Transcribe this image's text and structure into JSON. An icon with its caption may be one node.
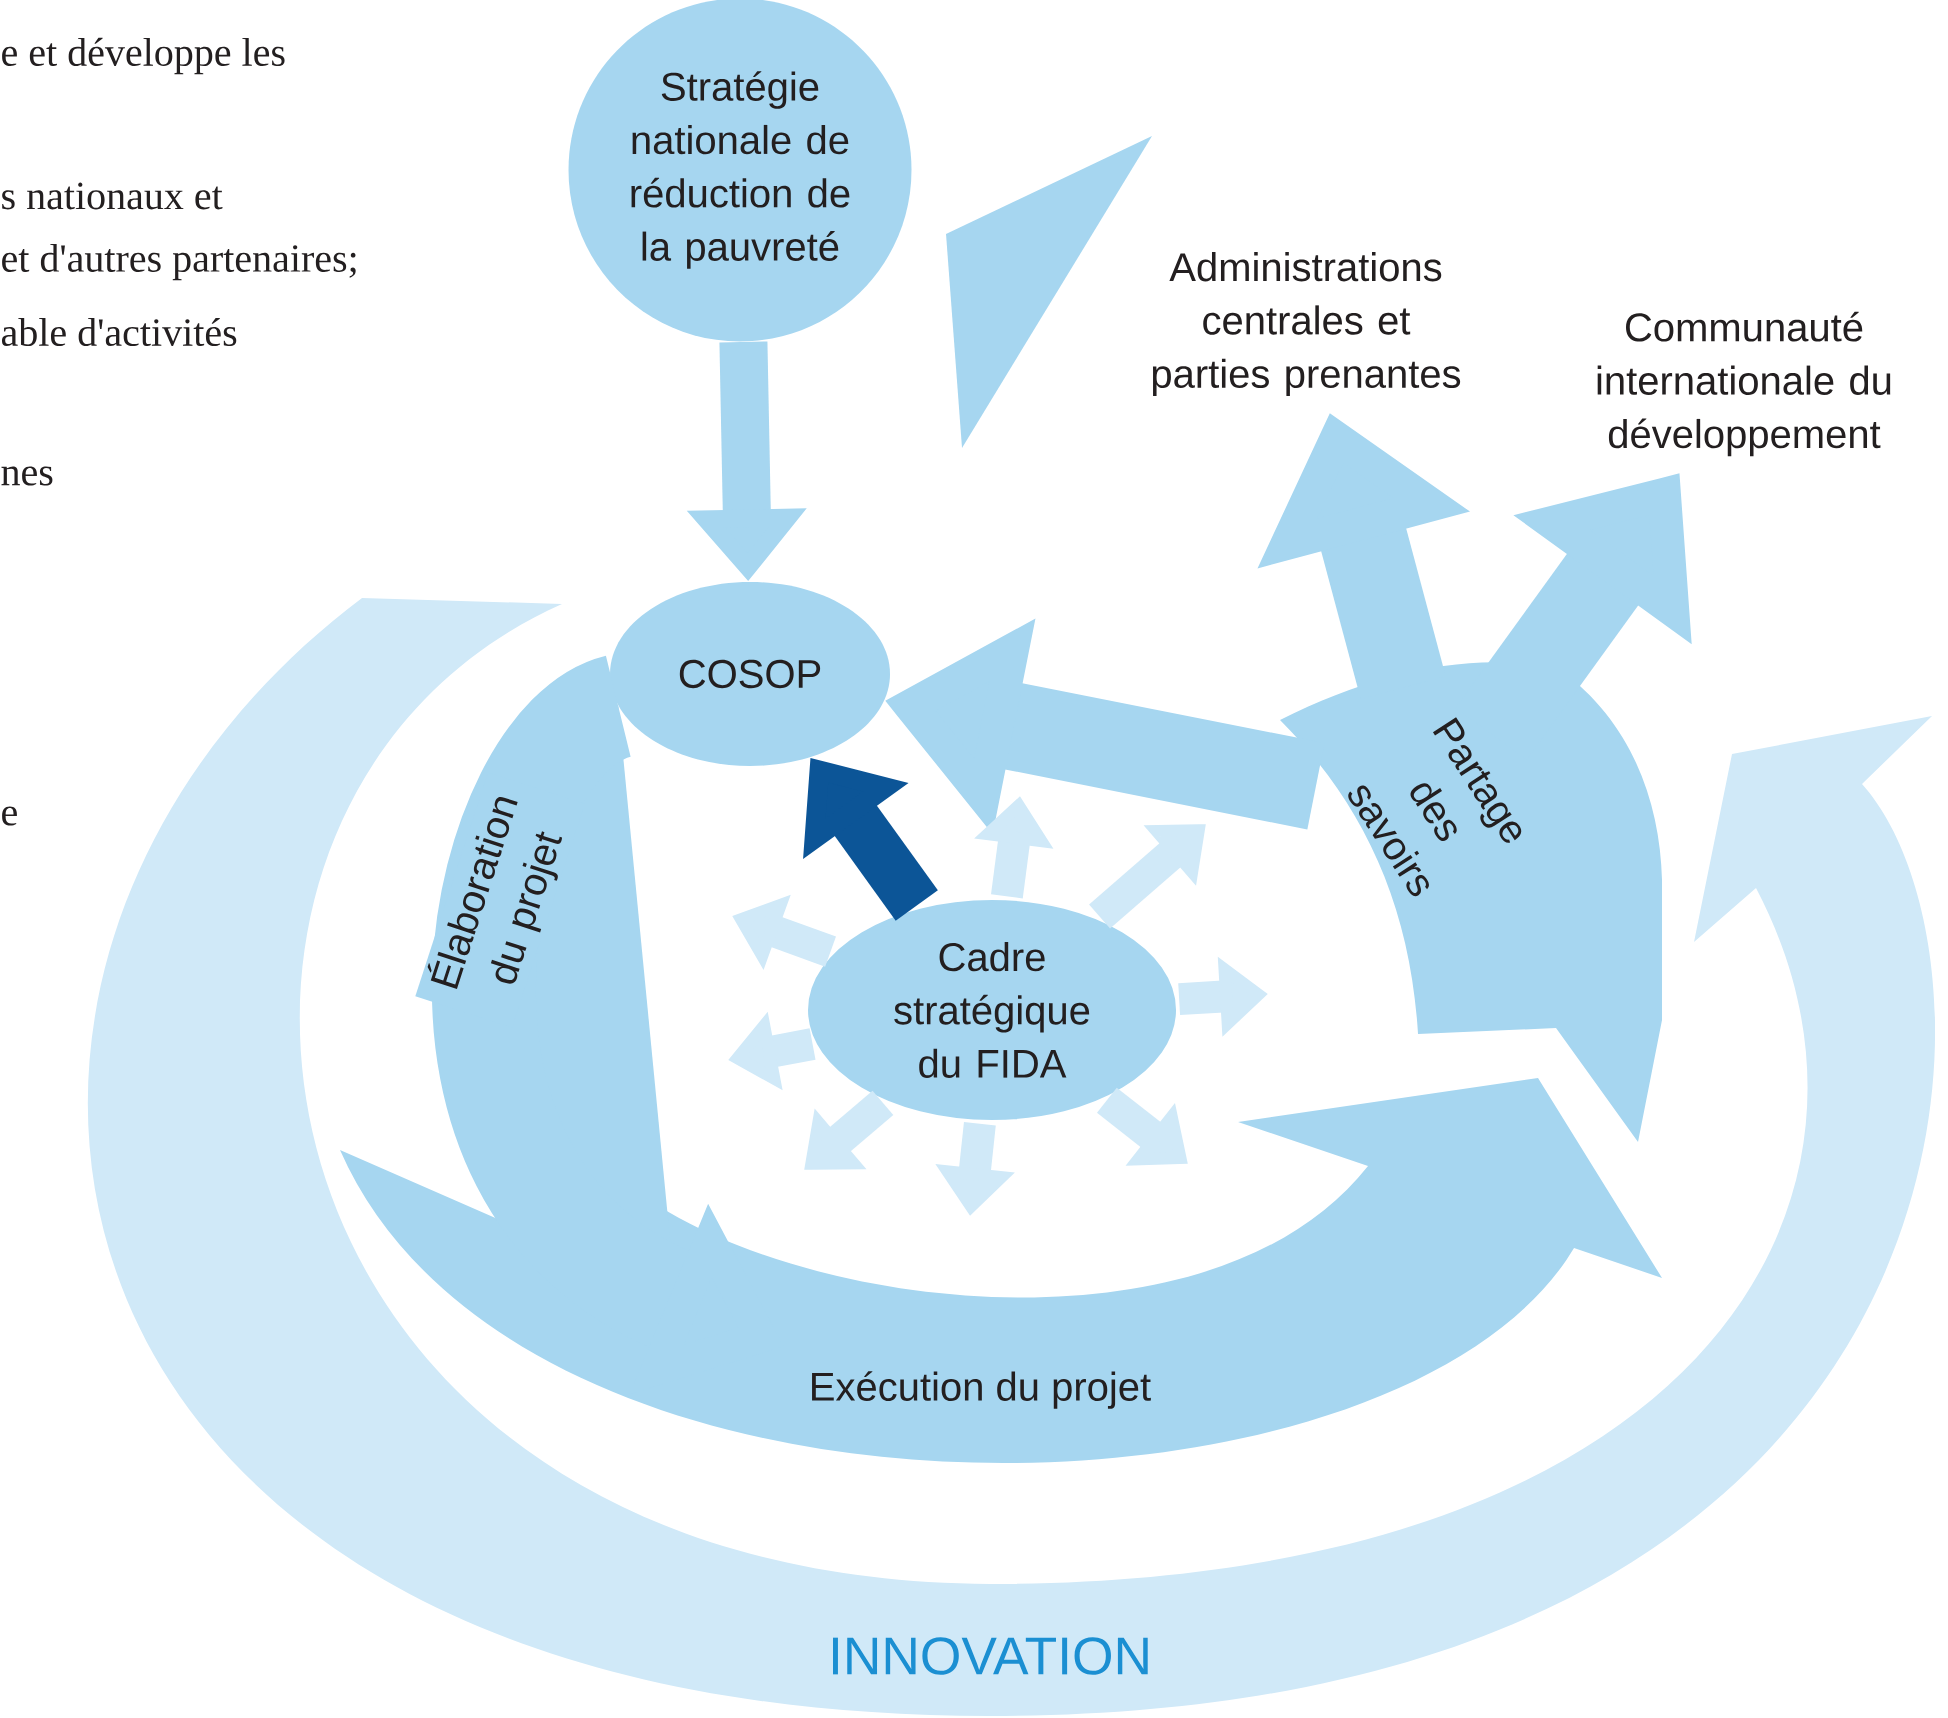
{
  "diagram": {
    "nodes": [
      {
        "text": [
          "Stratégie nationale de réduction de la pauvreté"
        ]
      },
      {
        "text": [
          "Administrations centrales et parties prenantes"
        ]
      },
      {
        "text": [
          "Communauté internationale du développement"
        ]
      },
      {
        "text": [
          "COSOP"
        ]
      },
      {
        "text": [
          "Partage des savoirs"
        ]
      },
      {
        "text": [
          "Cadre stratégique du FIDA"
        ]
      },
      {
        "text": [
          "Exécution du projet"
        ]
      },
      {
        "text": [
          "INNOVATION"
        ]
      },
      {
        "text": [],
        "shape": "triangle"
      }
    ],
    "edges": [
      {
        "from": 0,
        "to": 3,
        "arrow": "to",
        "color": "#a6d6f0"
      },
      {
        "from": 4,
        "to": 1,
        "arrow": "to",
        "style": "thick",
        "color": "#a6d6f0"
      },
      {
        "from": 4,
        "to": 2,
        "arrow": "to",
        "style": "thick",
        "color": "#a6d6f0"
      },
      {
        "from": 4,
        "to": 3,
        "arrow": "to",
        "style": "thick",
        "color": "#a6d6f0"
      },
      {
        "from": 5,
        "to": 3,
        "arrow": "to",
        "color": "#0c5597"
      },
      {
        "from": 5,
        "to": null,
        "arrow": "to"
      },
      {
        "from": 5,
        "to": null,
        "arrow": "to"
      },
      {
        "from": 5,
        "to": null,
        "arrow": "to"
      },
      {
        "from": 5,
        "to": null,
        "arrow": "to"
      },
      {
        "from": 5,
        "to": null,
        "arrow": "to"
      },
      {
        "from": 5,
        "to": null,
        "arrow": "to"
      },
      {
        "from": 5,
        "to": null,
        "arrow": "to"
      },
      {
        "from": 5,
        "to": null,
        "arrow": "to"
      },
      {
        "from": 3,
        "to": 6,
        "arrow": "to",
        "label": "Élaboration du projet",
        "style": "thick",
        "color": "#a6d6f0"
      }
    ],
    "labels": [
      "e et développe les",
      "s nationaux et",
      "et d'autres partenaires;",
      "able d'activités",
      "nes",
      "e"
    ]
  }
}
